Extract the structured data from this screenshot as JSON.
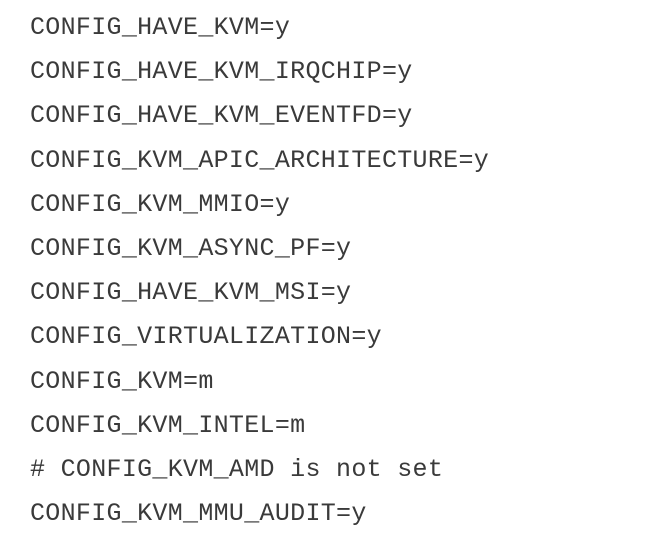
{
  "config_lines": [
    "CONFIG_HAVE_KVM=y",
    "CONFIG_HAVE_KVM_IRQCHIP=y",
    "CONFIG_HAVE_KVM_EVENTFD=y",
    "CONFIG_KVM_APIC_ARCHITECTURE=y",
    "CONFIG_KVM_MMIO=y",
    "CONFIG_KVM_ASYNC_PF=y",
    "CONFIG_HAVE_KVM_MSI=y",
    "CONFIG_VIRTUALIZATION=y",
    "CONFIG_KVM=m",
    "CONFIG_KVM_INTEL=m",
    "# CONFIG_KVM_AMD is not set",
    "CONFIG_KVM_MMU_AUDIT=y"
  ]
}
